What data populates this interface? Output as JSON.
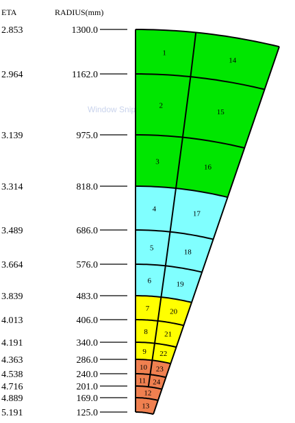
{
  "header": {
    "eta_label": "ETA",
    "radius_label": "RADIUS(mm)"
  },
  "watermark": "Window Snip",
  "colors": {
    "green": "#00e600",
    "cyan": "#80ffff",
    "yellow": "#ffff00",
    "orange": "#f08050",
    "line": "#000000"
  },
  "rows": [
    {
      "eta": "2.853",
      "radius": "1300.0"
    },
    {
      "eta": "2.964",
      "radius": "1162.0"
    },
    {
      "eta": "3.139",
      "radius": "975.0"
    },
    {
      "eta": "3.314",
      "radius": "818.0"
    },
    {
      "eta": "3.489",
      "radius": "686.0"
    },
    {
      "eta": "3.664",
      "radius": "576.0"
    },
    {
      "eta": "3.839",
      "radius": "483.0"
    },
    {
      "eta": "4.013",
      "radius": "406.0"
    },
    {
      "eta": "4.191",
      "radius": "340.0"
    },
    {
      "eta": "4.363",
      "radius": "286.0"
    },
    {
      "eta": "4.538",
      "radius": "240.0"
    },
    {
      "eta": "4.716",
      "radius": "201.0"
    },
    {
      "eta": "4.889",
      "radius": "169.0"
    },
    {
      "eta": "5.191",
      "radius": "125.0"
    }
  ],
  "cells": [
    {
      "label": "1",
      "ring": 0,
      "col": 0,
      "color": "green"
    },
    {
      "label": "14",
      "ring": 0,
      "col": 1,
      "color": "green"
    },
    {
      "label": "2",
      "ring": 1,
      "col": 0,
      "color": "green"
    },
    {
      "label": "15",
      "ring": 1,
      "col": 1,
      "color": "green"
    },
    {
      "label": "3",
      "ring": 2,
      "col": 0,
      "color": "green"
    },
    {
      "label": "16",
      "ring": 2,
      "col": 1,
      "color": "green"
    },
    {
      "label": "4",
      "ring": 3,
      "col": 0,
      "color": "cyan"
    },
    {
      "label": "17",
      "ring": 3,
      "col": 1,
      "color": "cyan"
    },
    {
      "label": "5",
      "ring": 4,
      "col": 0,
      "color": "cyan"
    },
    {
      "label": "18",
      "ring": 4,
      "col": 1,
      "color": "cyan"
    },
    {
      "label": "6",
      "ring": 5,
      "col": 0,
      "color": "cyan"
    },
    {
      "label": "19",
      "ring": 5,
      "col": 1,
      "color": "cyan"
    },
    {
      "label": "7",
      "ring": 6,
      "col": 0,
      "color": "yellow"
    },
    {
      "label": "20",
      "ring": 6,
      "col": 1,
      "color": "yellow"
    },
    {
      "label": "8",
      "ring": 7,
      "col": 0,
      "color": "yellow"
    },
    {
      "label": "21",
      "ring": 7,
      "col": 1,
      "color": "yellow"
    },
    {
      "label": "9",
      "ring": 8,
      "col": 0,
      "color": "yellow"
    },
    {
      "label": "22",
      "ring": 8,
      "col": 1,
      "color": "yellow"
    },
    {
      "label": "10",
      "ring": 9,
      "col": 0,
      "color": "orange"
    },
    {
      "label": "23",
      "ring": 9,
      "col": 1,
      "color": "orange"
    },
    {
      "label": "11",
      "ring": 10,
      "col": 0,
      "color": "orange"
    },
    {
      "label": "24",
      "ring": 10,
      "col": 1,
      "color": "orange"
    },
    {
      "label": "12",
      "ring": 11,
      "col": -1,
      "color": "orange"
    },
    {
      "label": "13",
      "ring": 12,
      "col": -1,
      "color": "orange"
    }
  ]
}
